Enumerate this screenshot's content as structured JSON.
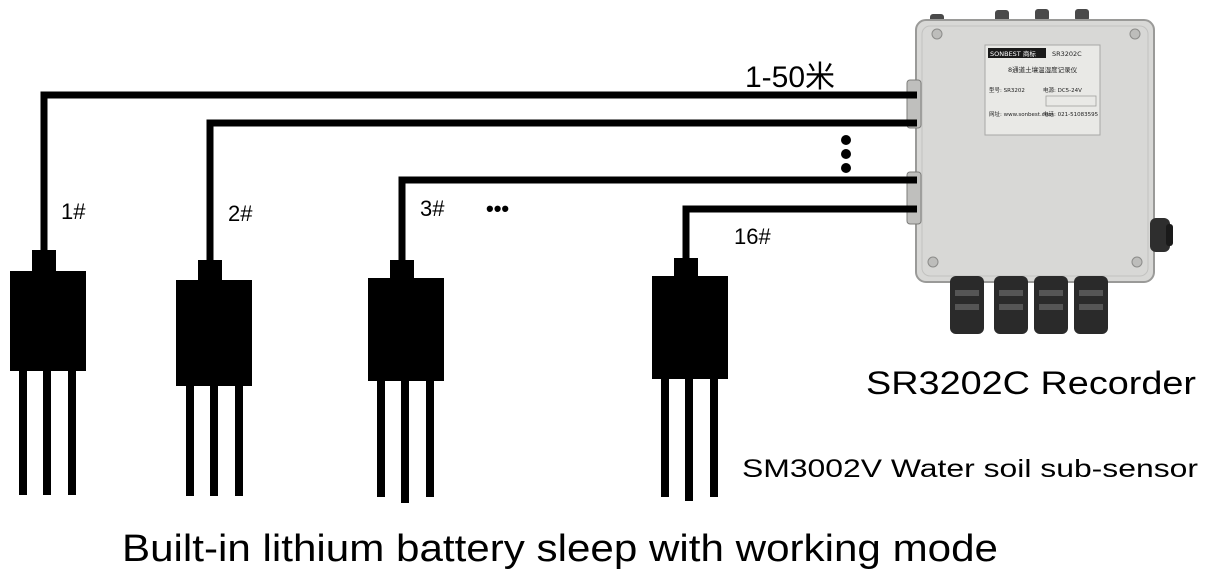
{
  "cable_length_label": "1-50米",
  "sensor_labels": [
    "1#",
    "2#",
    "3#",
    "16#"
  ],
  "ellipsis_horizontal": "•••",
  "recorder": {
    "name_label": "SR3202C  Recorder",
    "panel_brand": "SONBEST 商标",
    "panel_model": "SR3202C",
    "panel_title": "8通道土壤温湿度记录仪",
    "panel_line_left_1": "型号: SR3202",
    "panel_line_left_2": "网址: www.sonbest.com",
    "panel_line_right_1": "电源: DC5-24V",
    "panel_line_right_2": "电话: 021-51083595"
  },
  "sensor_caption": "SM3002V  Water soil sub-sensor",
  "footer_caption": "Built-in lithium battery sleep with working mode"
}
